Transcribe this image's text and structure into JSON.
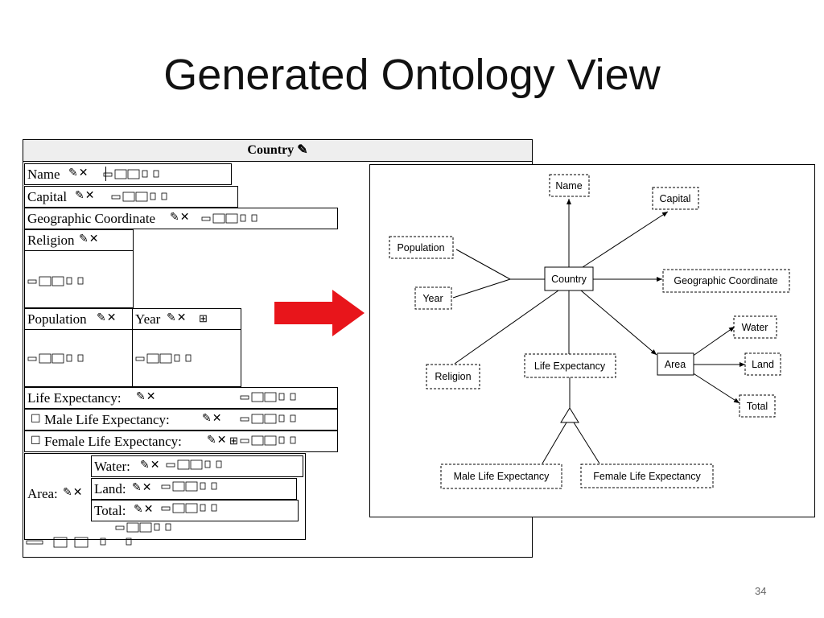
{
  "slide": {
    "title": "Generated Ontology View",
    "page_number": "34"
  },
  "form": {
    "header": "Country",
    "edit_icon": "pencil-icon",
    "delete_icon": "x-icon",
    "expand_icon": "plus-box-icon",
    "fields": {
      "name": "Name",
      "capital": "Capital",
      "geo": "Geographic Coordinate",
      "religion": "Religion",
      "population": "Population",
      "year": "Year",
      "life": "Life Expectancy:",
      "male": "Male Life Expectancy:",
      "female": "Female Life Expectancy:",
      "area": "Area:",
      "water": "Water:",
      "land": "Land:",
      "total": "Total:"
    }
  },
  "diagram": {
    "nodes": {
      "name": "Name",
      "capital": "Capital",
      "population": "Population",
      "country": "Country",
      "geo": "Geographic Coordinate",
      "year": "Year",
      "water": "Water",
      "area": "Area",
      "land": "Land",
      "religion": "Religion",
      "life": "Life Expectancy",
      "total": "Total",
      "male": "Male Life Expectancy",
      "female": "Female Life Expectancy"
    }
  },
  "colors": {
    "arrow": "#e8151b",
    "header_bg": "#eeeeee"
  }
}
